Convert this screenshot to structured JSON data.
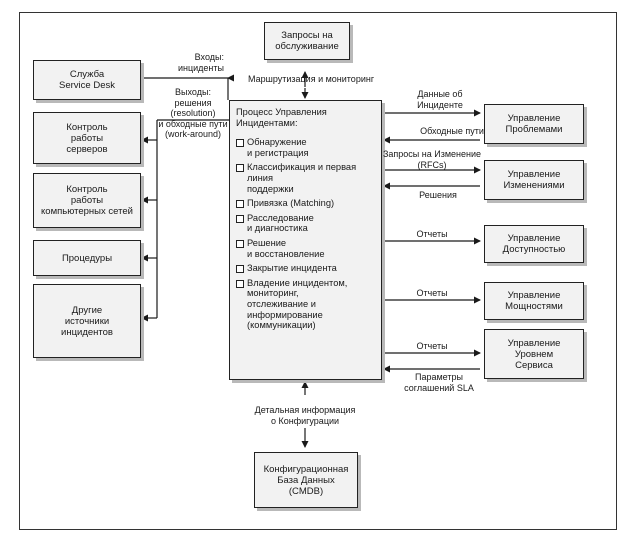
{
  "center": {
    "title": [
      "Процесс Управления",
      "Инцидентами:"
    ],
    "items": [
      [
        "Обнаружение",
        "и регистрация"
      ],
      [
        "Классификация и первая линия",
        "поддержки"
      ],
      [
        "Привязка (Matching)"
      ],
      [
        "Расследование",
        "и диагностика"
      ],
      [
        "Решение",
        "и восстановление"
      ],
      [
        "Закрытие инцидента"
      ],
      [
        "Владение инцидентом,",
        "мониторинг,",
        "отслеживание и",
        "информирование",
        "(коммуникации)"
      ]
    ]
  },
  "top_box": [
    "Запросы на",
    "обслуживание"
  ],
  "bottom_box": [
    "Конфигурационная",
    "База Данных",
    "(CMDB)"
  ],
  "left_boxes": [
    [
      "Служба",
      "Service Desk"
    ],
    [
      "Контроль",
      "работы",
      "серверов"
    ],
    [
      "Контроль",
      "работы",
      "компьютерных сетей"
    ],
    [
      "Процедуры"
    ],
    [
      "Другие",
      "источники",
      "инцидентов"
    ]
  ],
  "right_boxes": [
    [
      "Управление",
      "Проблемами"
    ],
    [
      "Управление",
      "Изменениями"
    ],
    [
      "Управление",
      "Доступностью"
    ],
    [
      "Управление",
      "Мощностями"
    ],
    [
      "Управление",
      "Уровнем",
      "Сервиса"
    ]
  ],
  "labels": {
    "inputs": [
      "Входы:",
      "инциденты"
    ],
    "outputs": [
      "Выходы:",
      "решения",
      "(resolution)",
      "и обходные пути",
      "(work-around)"
    ],
    "routing": [
      "Маршрутизация и мониторинг"
    ],
    "incident_data": [
      "Данные об",
      "Инциденте"
    ],
    "workarounds": [
      "Обходные пути"
    ],
    "rfc": [
      "Запросы на Изменение",
      "(RFCs)"
    ],
    "decisions": [
      "Решения"
    ],
    "reports_1": [
      "Отчеты"
    ],
    "reports_2": [
      "Отчеты"
    ],
    "reports_3": [
      "Отчеты"
    ],
    "sla_params": [
      "Параметры",
      "соглашений SLA"
    ],
    "config_info": [
      "Детальная информация",
      "о Конфигурации"
    ]
  }
}
